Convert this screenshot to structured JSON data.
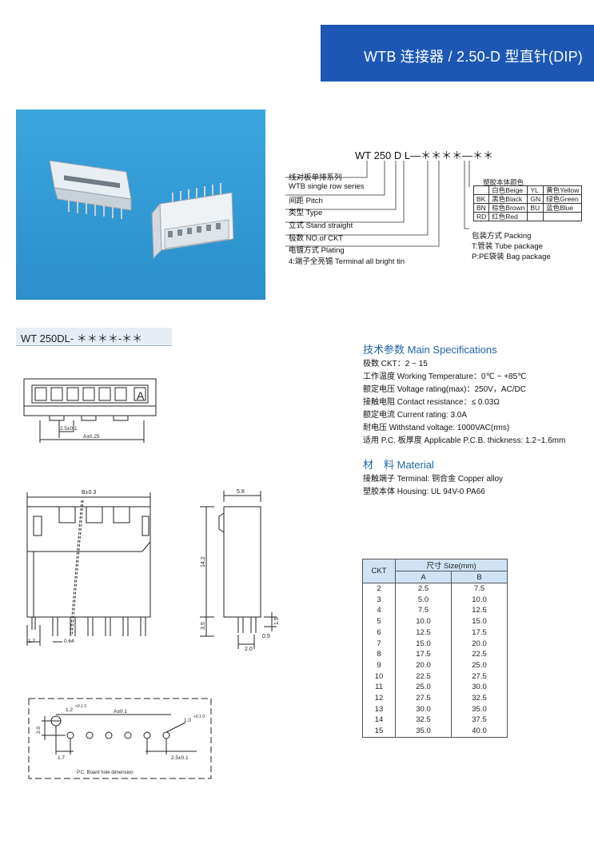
{
  "header": {
    "title": "WTB 连接器 / 2.50-D 型直针(DIP)"
  },
  "part_code": {
    "code": "WT 250 D L—＊＊＊＊—＊＊",
    "labels": [
      "线对板单排系列",
      "WTB single row series",
      "间距 Pitch",
      "类型 Type",
      "立式 Stand straight",
      "极数 NO.of CKT",
      "电镀方式 Plating",
      "4:端子全亮锡 Terminal all bright tin"
    ],
    "packing": [
      "包装方式 Packing",
      "T:管装 Tube package",
      "P:PE袋装 Bag package"
    ],
    "color_table": {
      "title": "塑胶本体颜色",
      "rows": [
        [
          "",
          "白色Beige",
          "YL",
          "黄色Yellow"
        ],
        [
          "BK",
          "黑色Black",
          "GN",
          "绿色Green"
        ],
        [
          "BN",
          "棕色Brown",
          "BU",
          "蓝色Blue"
        ],
        [
          "RD",
          "红色Red",
          "",
          ""
        ]
      ]
    }
  },
  "part_number": "WT 250DL- ＊＊＊＊-＊＊",
  "specs": {
    "main_title": "技术参数 Main Specifications",
    "main_items": [
      "极数 CKT：2 ~ 15",
      "工作温度 Working Temperature：0℃ ~ +85℃",
      "额定电压 Voltage rating(max)：250V，AC/DC",
      "接触电阻 Contact resistance：≤ 0.03Ω",
      "额定电流 Current rating: 3.0A",
      "耐电压 Withstand voltage: 1000VAC(rms)",
      "适用 P.C. 板厚度 Applicable P.C.B. thickness: 1.2~1.6mm"
    ],
    "material_title": "材　料 Material",
    "material_items": [
      "接触端子 Terminal: 铜合金 Copper alloy",
      "塑胶本体 Housing: UL 94V-0 PA66"
    ]
  },
  "drawings": {
    "top": {
      "pitch": "2.5±0.1",
      "a": "A±0.25",
      "mark": "A"
    },
    "front": {
      "b": "B±0.3",
      "pin_gap": "1.7",
      "pin_w": "0.64",
      "h1": "14.2",
      "h2": "3.5"
    },
    "side": {
      "width": "5.8",
      "pin_len": "1.5",
      "pin_dia": "0.9",
      "pin_gap": "2.0"
    },
    "pcb": {
      "hole1": "1.2",
      "hole1_tol": "+0.1 0",
      "hole2": "1.0",
      "hole2_tol": "+0.1 0",
      "a": "A±0.1",
      "h": "2.0",
      "off": "1.7",
      "pitch": "2.5±0.1",
      "caption": "P.C. Board hole dimension"
    }
  },
  "dimension_table": {
    "header_main": "尺寸 Size(mm)",
    "col_ckt": "CKT",
    "col_a": "A",
    "col_b": "B",
    "rows": [
      [
        "2",
        "2.5",
        "7.5"
      ],
      [
        "3",
        "5.0",
        "10.0"
      ],
      [
        "4",
        "7.5",
        "12.5"
      ],
      [
        "5",
        "10.0",
        "15.0"
      ],
      [
        "6",
        "12.5",
        "17.5"
      ],
      [
        "7",
        "15.0",
        "20.0"
      ],
      [
        "8",
        "17.5",
        "22.5"
      ],
      [
        "9",
        "20.0",
        "25.0"
      ],
      [
        "10",
        "22.5",
        "27.5"
      ],
      [
        "11",
        "25.0",
        "30.0"
      ],
      [
        "12",
        "27.5",
        "32.5"
      ],
      [
        "13",
        "30.0",
        "35.0"
      ],
      [
        "14",
        "32.5",
        "37.5"
      ],
      [
        "15",
        "35.0",
        "40.0"
      ]
    ]
  }
}
